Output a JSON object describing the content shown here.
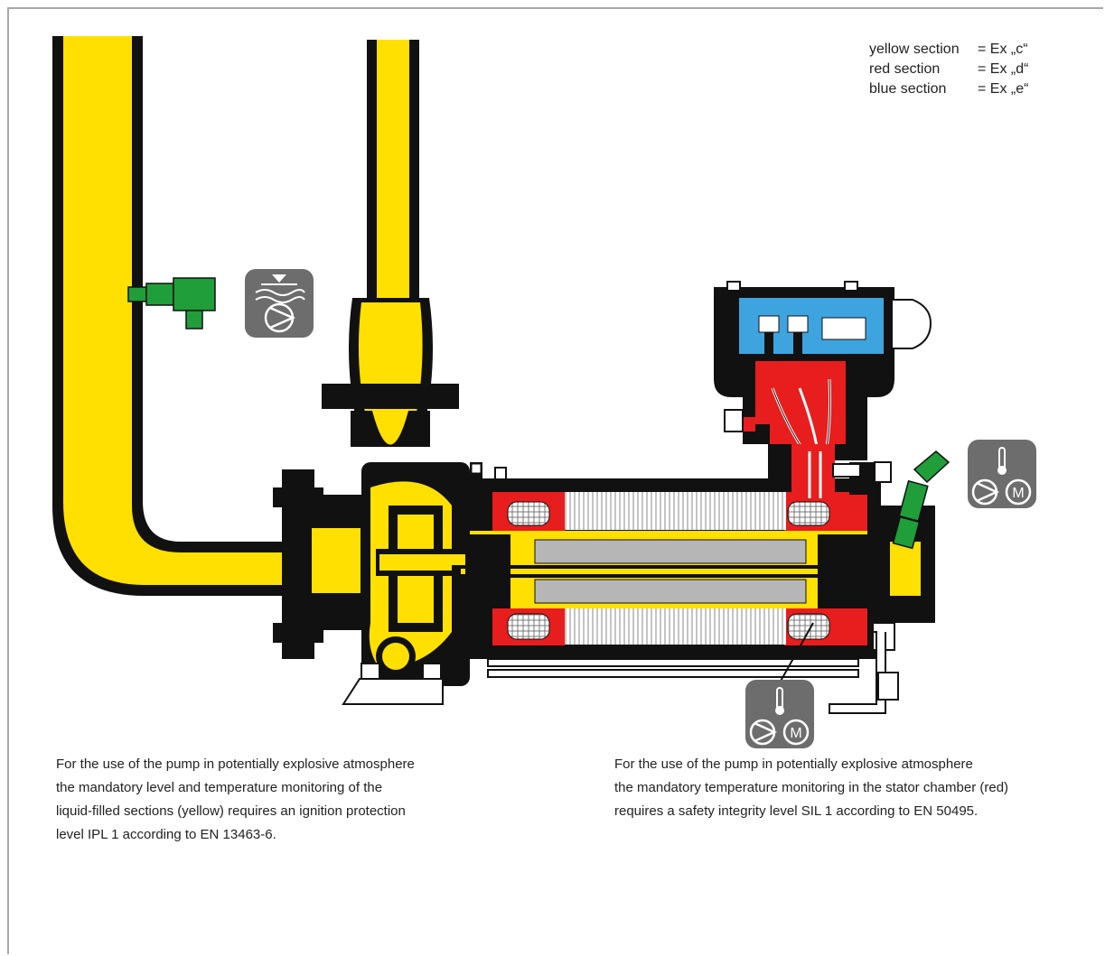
{
  "legend": [
    {
      "label": "yellow section",
      "value": "= Ex „c“",
      "color": "#ffe000"
    },
    {
      "label": "red section",
      "value": "= Ex „d“",
      "color": "#e81d1d"
    },
    {
      "label": "blue section",
      "value": "= Ex „e“",
      "color": "#3ea4e0"
    }
  ],
  "captions": {
    "left": [
      "For the use of the pump in potentially explosive atmosphere",
      "the mandatory level and temperature monitoring of the",
      "liquid-filled sections (yellow) requires an ignition protection",
      "level IPL 1 according to EN 13463-6."
    ],
    "right": [
      "For the use of the pump in potentially explosive atmosphere",
      "the mandatory temperature monitoring in the stator chamber (red)",
      "requires a safety integrity level SIL 1 according to EN 50495."
    ]
  },
  "icons": {
    "level": "level-monitoring-icon",
    "temp_top": "temperature-motor-icon",
    "temp_bottom": "temperature-motor-icon",
    "motor_symbol": "M"
  },
  "colors": {
    "yellow": "#ffe000",
    "red": "#e81d1d",
    "blue": "#3ea4e0",
    "green": "#1f9e3a",
    "icon_bg": "#6d6d6d",
    "outline": "#111111",
    "frame": "#a9a9a9"
  }
}
